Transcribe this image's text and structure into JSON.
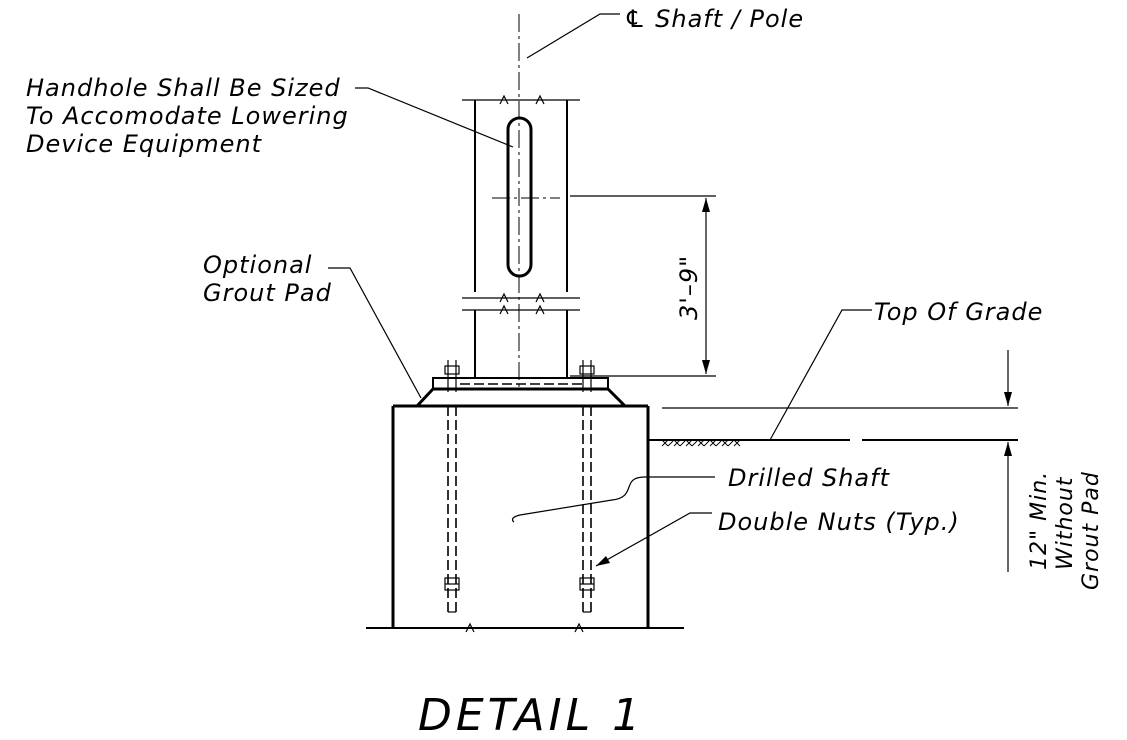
{
  "labels": {
    "centerline": "℄ Shaft / Pole",
    "handhole": [
      "Handhole Shall Be Sized",
      "To Accomodate Lowering",
      "Device Equipment"
    ],
    "grout_pad": [
      "Optional",
      "Grout Pad"
    ],
    "dimension_height": "3'–9\"",
    "top_of_grade": "Top Of Grade",
    "drilled_shaft": "Drilled Shaft",
    "double_nuts": "Double Nuts (Typ.)",
    "min_depth": [
      "12\" Min.",
      "Without",
      "Grout Pad"
    ]
  },
  "title": "DETAIL 1"
}
